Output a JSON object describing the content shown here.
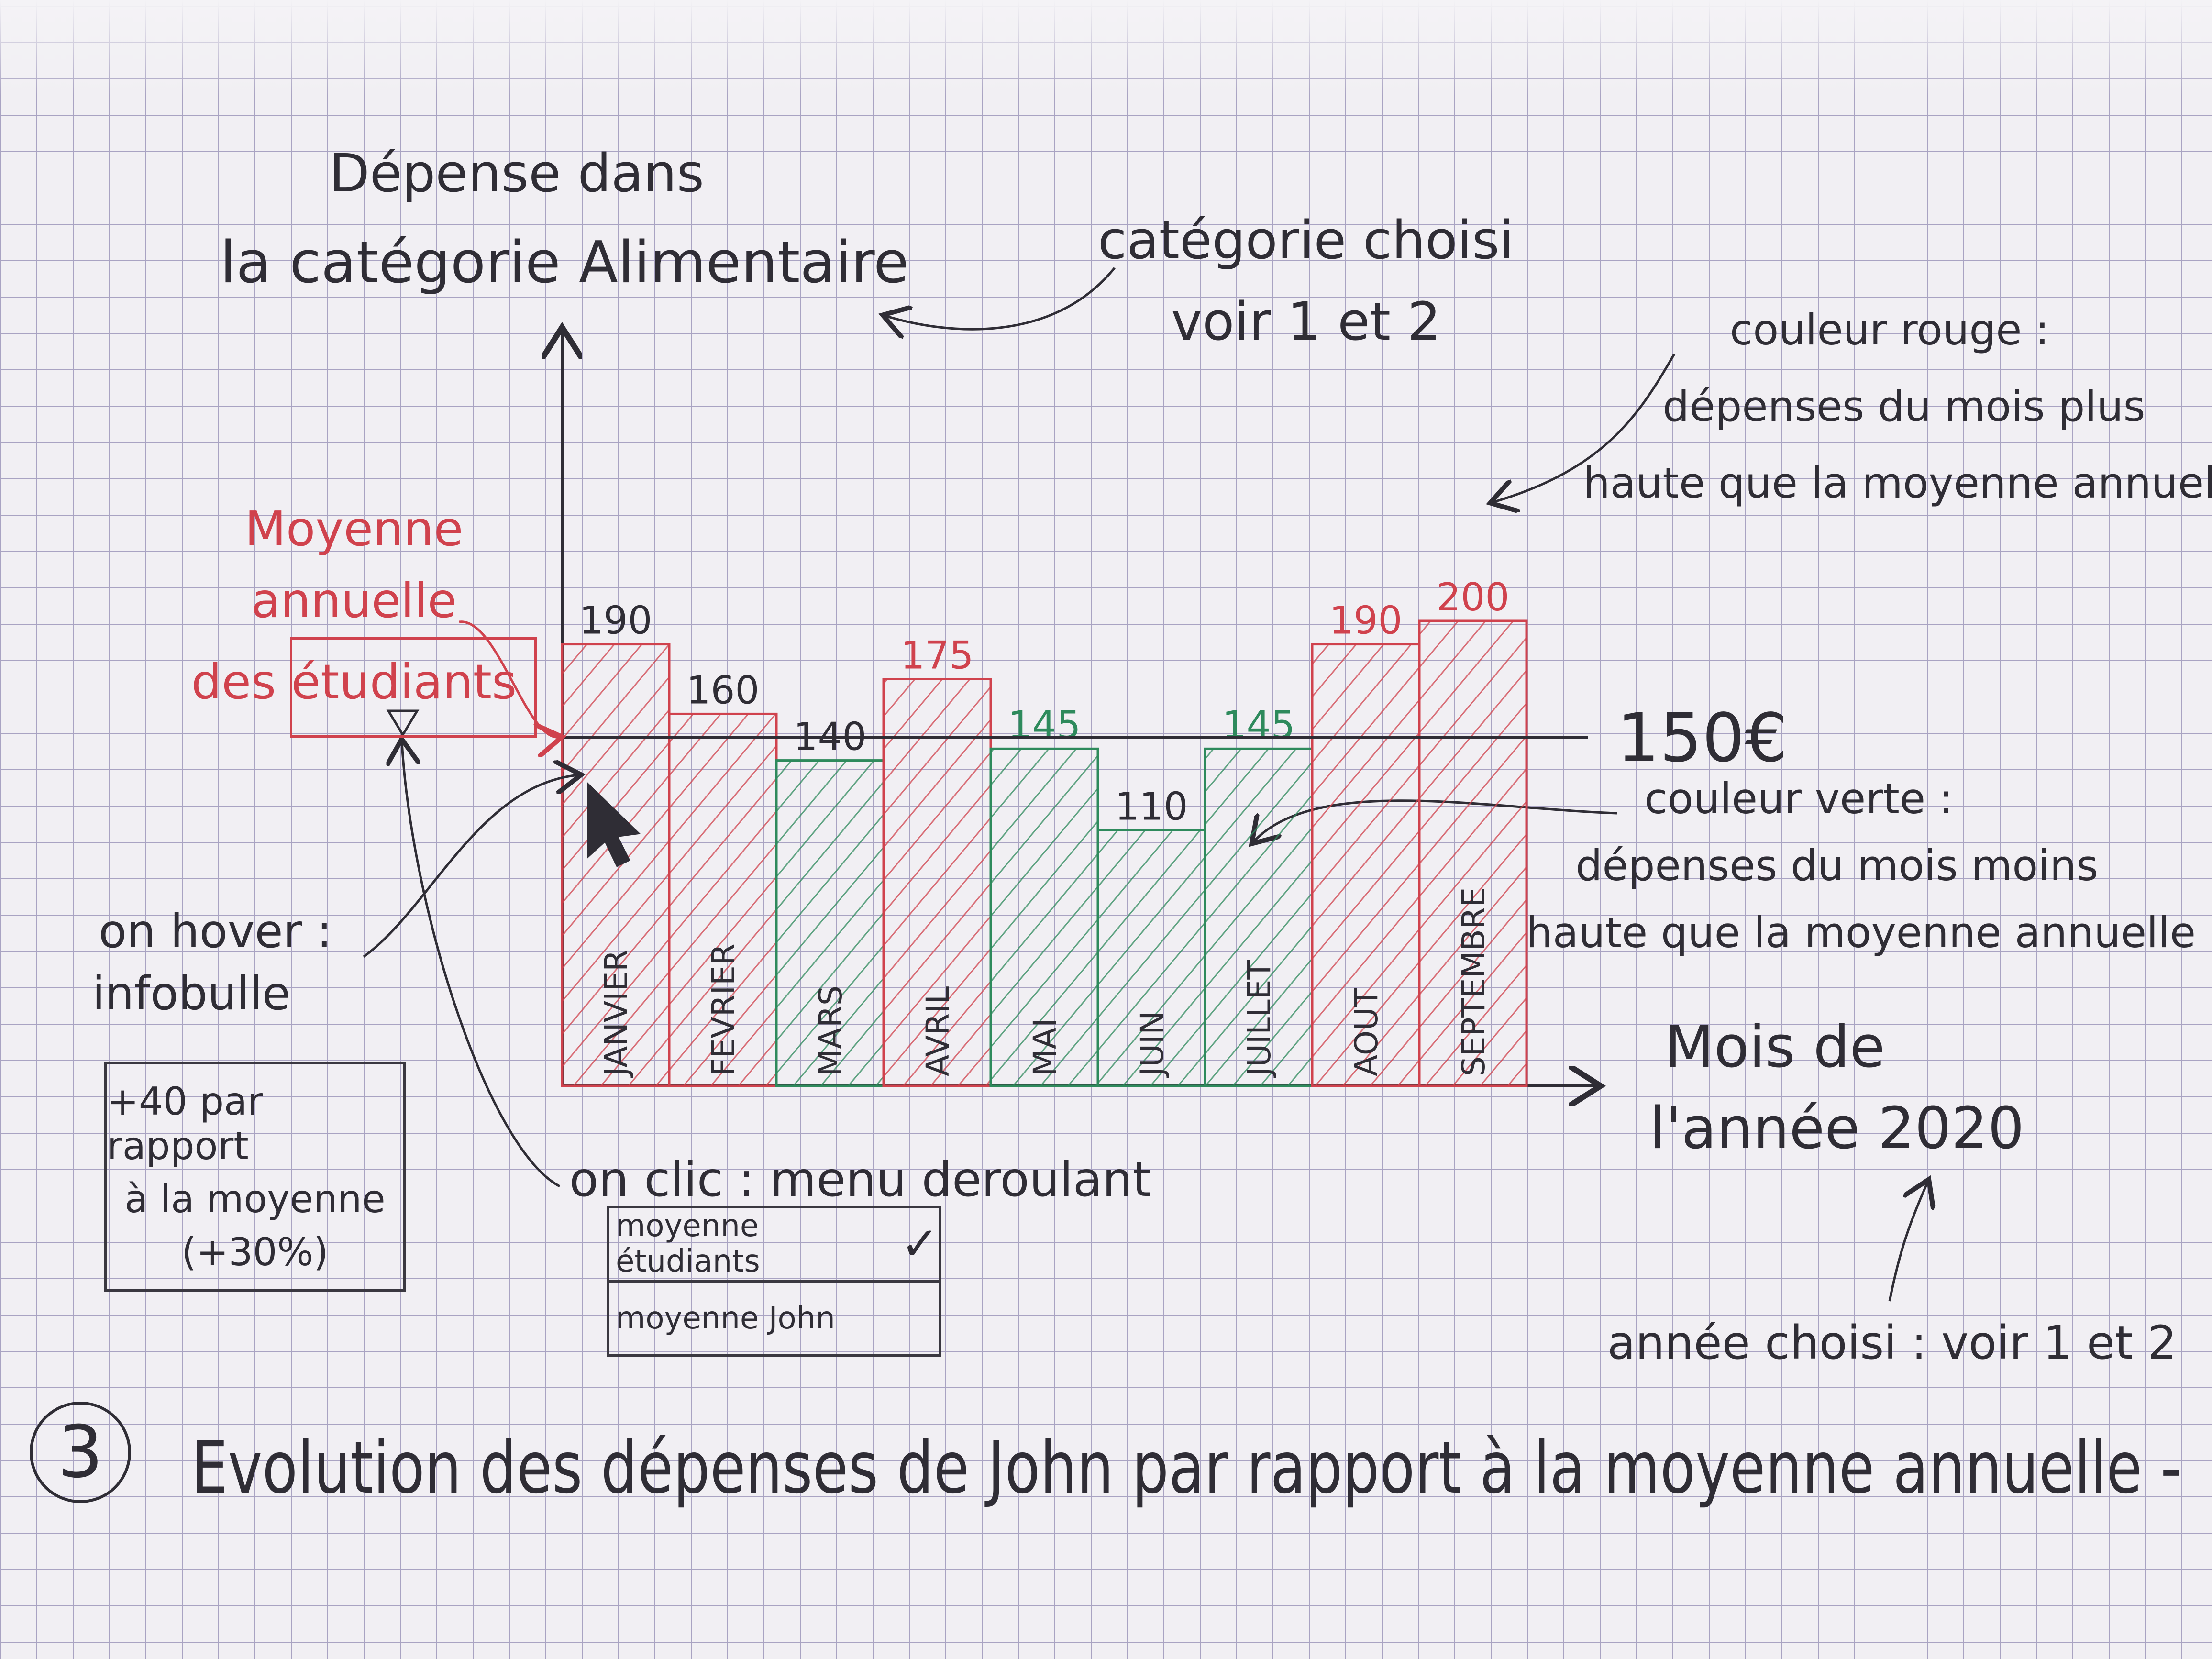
{
  "header": {
    "title_line1": "Dépense dans",
    "title_line2": "la catégorie Alimentaire"
  },
  "annotations": {
    "category_note_line1": "catégorie choisi",
    "category_note_prefix": "voir",
    "category_note_ref1": "1",
    "category_note_and": "et",
    "category_note_ref2": "2",
    "red_note_line1": "couleur rouge :",
    "red_note_line2": "dépenses du mois plus",
    "red_note_line3": "haute que la moyenne annuelle",
    "green_note_line1": "couleur verte :",
    "green_note_line2": "dépenses du mois moins",
    "green_note_line3": "haute que la moyenne annuelle",
    "average_value_label": "150€",
    "average_legend_line1": "Moyenne",
    "average_legend_line2": "annuelle",
    "average_legend_line3": "des étudiants",
    "hover_note_line1": "on hover :",
    "hover_note_line2": "infobulle",
    "click_note": "on clic : menu deroulant",
    "xaxis_line1": "Mois de",
    "xaxis_line2": "l'année 2020",
    "year_note_prefix": "année choisi : voir",
    "year_note_ref1": "1",
    "year_note_and": "et",
    "year_note_ref2": "2"
  },
  "tooltip": {
    "line1": "+40 par rapport",
    "line2": "à la moyenne",
    "line3": "(+30%)"
  },
  "dropdown": {
    "options": [
      {
        "label": "moyenne étudiants",
        "checked": true,
        "check_glyph": "✓"
      },
      {
        "label": "moyenne John",
        "checked": false,
        "check_glyph": ""
      }
    ]
  },
  "footer": {
    "section_number": "3",
    "caption": "Evolution des dépenses de John par rapport à la moyenne annuelle -"
  },
  "colors": {
    "above_average": "#d0424d",
    "below_average": "#2e8a5c",
    "ink": "#2f2d35",
    "grid": "#a9a3c2"
  },
  "chart_data": {
    "type": "bar",
    "categories": [
      "JANVIER",
      "FEVRIER",
      "MARS",
      "AVRIL",
      "MAI",
      "JUIN",
      "JUILLET",
      "AOUT",
      "SEPTEMBRE"
    ],
    "values": [
      190,
      160,
      140,
      175,
      145,
      110,
      145,
      190,
      200
    ],
    "value_labels": [
      "190",
      "160",
      "140",
      "175",
      "145",
      "110",
      "145",
      "190",
      "200"
    ],
    "reference_line": {
      "value": 150
    },
    "ylim": [
      0,
      220
    ],
    "grid": true,
    "legend": "none"
  }
}
